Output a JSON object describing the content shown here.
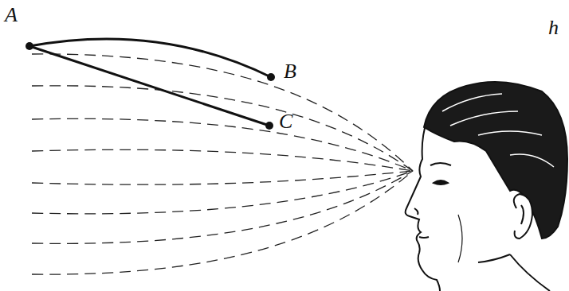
{
  "diagram": {
    "labels": [
      "A",
      "B",
      "C",
      "h"
    ]
  }
}
